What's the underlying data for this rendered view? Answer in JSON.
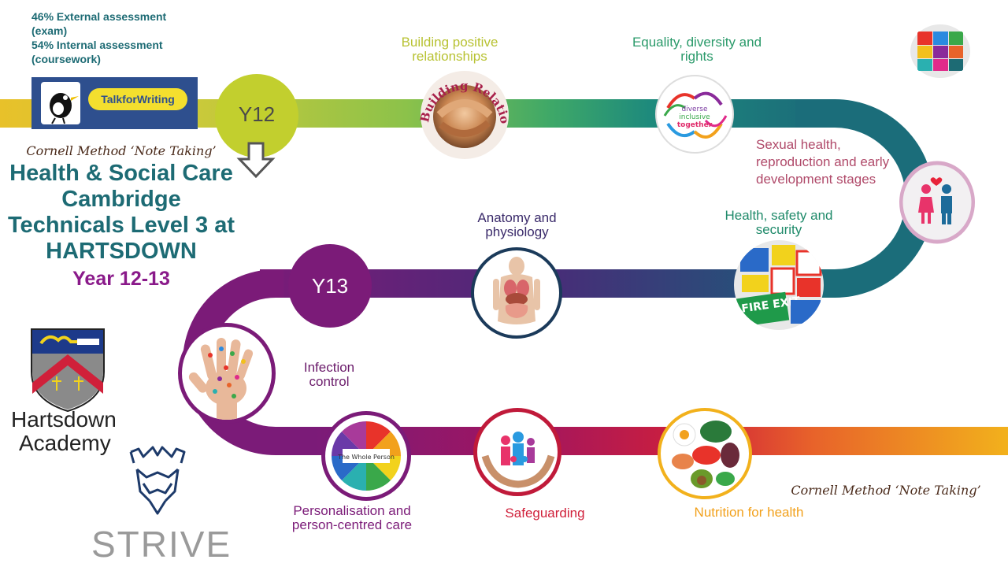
{
  "assessment": {
    "external": "46% External assessment\n(exam)",
    "internal": "54% Internal assessment\n(coursework)"
  },
  "logo_talk": {
    "text": "TalkforWriting"
  },
  "cornell_top": "Cornell Method ‘Note Taking’",
  "cornell_bottom": "Cornell Method ‘Note Taking’",
  "title": "Health & Social Care Cambridge Technicals Level 3 at HARTSDOWN",
  "years_range": "Year 12-13",
  "milestones": {
    "y12": "Y12",
    "y13": "Y13"
  },
  "topics": {
    "building": "Building positive relationships",
    "building_image": "Building Relationships",
    "equality": "Equality, diversity and rights",
    "equality_image": {
      "l1": "diverse",
      "l2": "inclusive",
      "l3": "together"
    },
    "sexual_health": "Sexual health, reproduction and early development stages",
    "health_safety": "Health, safety and security",
    "fire_exit": "FIRE EXIT",
    "anatomy": "Anatomy and physiology",
    "infection": "Infection control",
    "personalisation": "Personalisation and person-centred care",
    "whole_person": "The Whole Person",
    "safeguarding": "Safeguarding",
    "nutrition": "Nutrition for health"
  },
  "school": {
    "name_line1": "Hartsdown",
    "name_line2": "Academy",
    "motto": "STRIVE"
  },
  "colors": {
    "teal": "#1d6b74",
    "purple": "#7b1b78",
    "yellow": "#c8c832",
    "red": "#d0203a",
    "orange": "#f2a11c"
  },
  "icons": {
    "arrow": "down-arrow-icon",
    "puzzle": "puzzle-icon",
    "couple": "couple-icon",
    "hand": "germ-hand-icon",
    "crest": "school-crest-icon",
    "lion": "lion-icon"
  }
}
